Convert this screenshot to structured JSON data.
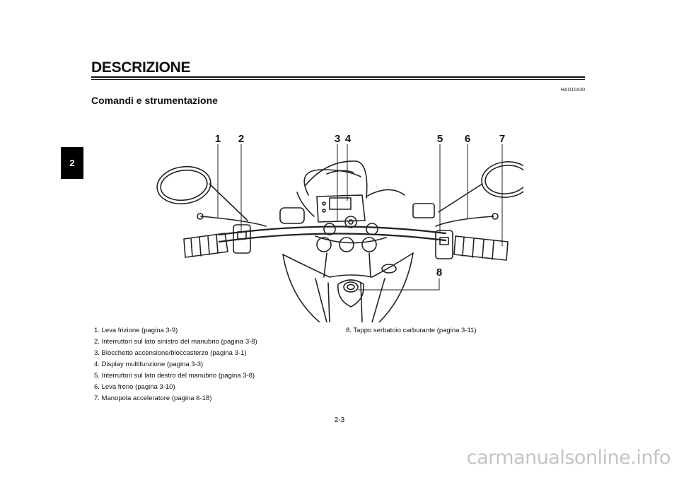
{
  "header": {
    "section_title": "DESCRIZIONE",
    "side_tab": "2"
  },
  "code": "HAU10430",
  "subtitle": "Comandi e strumentazione",
  "callouts": [
    "1",
    "2",
    "3",
    "4",
    "5",
    "6",
    "7",
    "8"
  ],
  "legend_left": [
    "1. Leva frizione (pagina 3-9)",
    "2. Interruttori sul lato sinistro del manubrio (pagina 3-8)",
    "3. Blocchetto accensione/bloccasterzo (pagina 3-1)",
    "4. Display multifunzione (pagina 3-3)",
    "5. Interruttori sul lato destro del manubrio (pagina 3-8)",
    "6. Leva freno (pagina 3-10)",
    "7. Manopola acceleratore (pagina 6-18)"
  ],
  "legend_right": [
    "8. Tappo serbatoio carburante (pagina 3-11)"
  ],
  "page_number": "2-3",
  "watermark": "carmanualsonline.info"
}
